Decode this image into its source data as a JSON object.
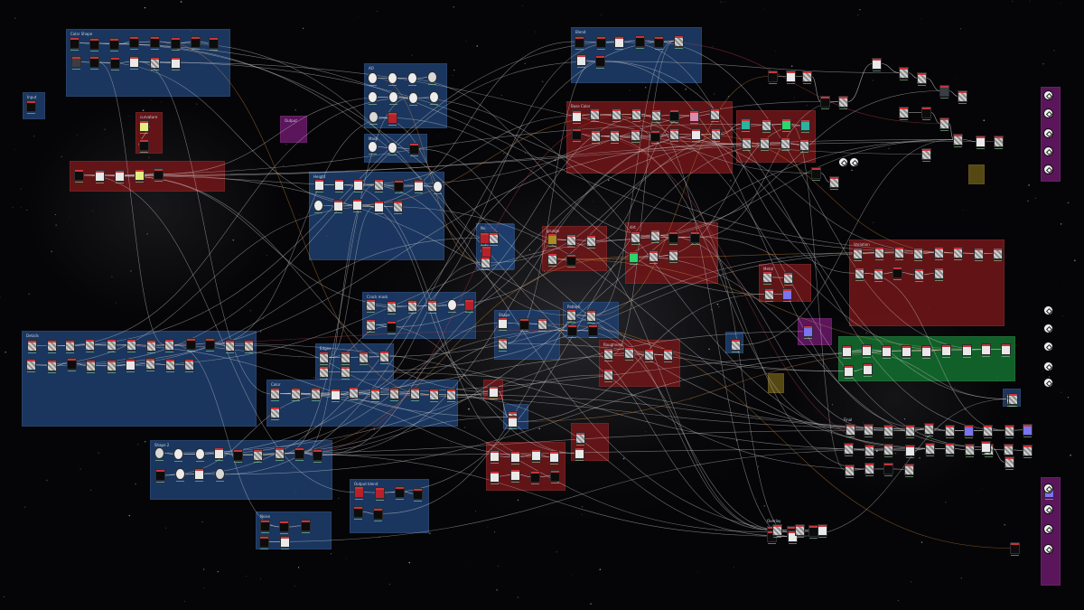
{
  "app": {
    "view": "node-graph"
  },
  "frames": [
    {
      "id": "f1",
      "color": "blue",
      "title": "Color Shape"
    },
    {
      "id": "f2",
      "color": "blue",
      "title": "Input"
    },
    {
      "id": "f3",
      "color": "red",
      "title": ""
    },
    {
      "id": "f4",
      "color": "red",
      "title": "curvature"
    },
    {
      "id": "f5",
      "color": "purple",
      "title": "Output"
    },
    {
      "id": "f6",
      "color": "blue",
      "title": "AO"
    },
    {
      "id": "f7",
      "color": "blue",
      "title": "Mask"
    },
    {
      "id": "f8",
      "color": "blue",
      "title": "Height"
    },
    {
      "id": "f9",
      "color": "blue",
      "title": "Normal"
    },
    {
      "id": "f10",
      "color": "red",
      "title": "Base Color"
    },
    {
      "id": "f11",
      "color": "red",
      "title": ""
    },
    {
      "id": "f12",
      "color": "blue",
      "title": "Blend"
    },
    {
      "id": "f13",
      "color": "red",
      "title": "grunge"
    },
    {
      "id": "f14",
      "color": "red",
      "title": "dirt"
    },
    {
      "id": "f15",
      "color": "blue",
      "title": "Details"
    },
    {
      "id": "f16",
      "color": "blue",
      "title": "Crack mask"
    },
    {
      "id": "f17",
      "color": "blue",
      "title": "Edges"
    },
    {
      "id": "f18",
      "color": "blue",
      "title": "Color"
    },
    {
      "id": "f19",
      "color": "blue",
      "title": "Shape"
    },
    {
      "id": "f20",
      "color": "red",
      "title": "Roughness"
    },
    {
      "id": "f21",
      "color": "red",
      "title": "Metal"
    },
    {
      "id": "f22",
      "color": "blue",
      "title": "Shape 2"
    },
    {
      "id": "f23",
      "color": "blue",
      "title": "Output blend"
    },
    {
      "id": "f24",
      "color": "red",
      "title": ""
    },
    {
      "id": "f25",
      "color": "red",
      "title": "Variation"
    },
    {
      "id": "f26",
      "color": "green",
      "title": ""
    },
    {
      "id": "f27",
      "color": "purple",
      "title": ""
    },
    {
      "id": "f28",
      "color": "red",
      "title": ""
    },
    {
      "id": "f29",
      "color": "blue",
      "title": "Noise"
    },
    {
      "id": "f30",
      "color": "blue",
      "title": "Pattern"
    },
    {
      "id": "f31",
      "color": "blue",
      "title": ""
    },
    {
      "id": "f32",
      "color": "purple",
      "title": ""
    },
    {
      "id": "f33",
      "color": "purple",
      "title": ""
    },
    {
      "id": "f34",
      "color": "olive",
      "title": ""
    },
    {
      "id": "f35",
      "color": "olive",
      "title": ""
    },
    {
      "id": "f36",
      "color": "red",
      "title": ""
    },
    {
      "id": "f37",
      "color": "blue",
      "title": ""
    },
    {
      "id": "f38",
      "color": "blue",
      "title": ""
    },
    {
      "id": "f39",
      "color": "blue",
      "title": ""
    },
    {
      "id": "f40",
      "color": "red",
      "title": "Final"
    },
    {
      "id": "f41",
      "color": "blue",
      "title": "Overlay"
    }
  ],
  "node_groups": [
    {
      "frame": "f1",
      "types": [
        "black",
        "black",
        "black",
        "black",
        "black",
        "black",
        "black",
        "black",
        "dark",
        "black",
        "black",
        "white",
        "gray",
        "white"
      ]
    },
    {
      "frame": "f2",
      "types": [
        "black"
      ]
    },
    {
      "frame": "f3",
      "types": [
        "black",
        "white",
        "white",
        "yellow",
        "black"
      ]
    },
    {
      "frame": "f4",
      "types": [
        "yellow",
        "black"
      ]
    },
    {
      "frame": "f6",
      "types": [
        "round",
        "round",
        "round",
        "roundred",
        "round",
        "round",
        "round",
        "round",
        "roundred",
        "redtall"
      ]
    },
    {
      "frame": "f7",
      "types": [
        "round",
        "round",
        "black"
      ]
    },
    {
      "frame": "f8",
      "types": [
        "white",
        "white",
        "white",
        "gray",
        "black",
        "white",
        "round",
        "round",
        "white",
        "white",
        "white",
        "gray"
      ]
    },
    {
      "frame": "f9",
      "types": [
        "redtall",
        "redtall",
        "gray"
      ]
    },
    {
      "frame": "f10",
      "types": [
        "white",
        "gray",
        "gray",
        "gray",
        "gray",
        "black",
        "pink",
        "gray",
        "black",
        "gray",
        "gray",
        "gray",
        "black",
        "gray",
        "white",
        "gray"
      ]
    },
    {
      "frame": "f11",
      "types": [
        "teal",
        "gray",
        "green",
        "teal",
        "gray",
        "gray",
        "gray",
        "gray"
      ]
    },
    {
      "frame": "f12",
      "types": [
        "black",
        "black",
        "white",
        "black",
        "black",
        "gray",
        "white",
        "black"
      ]
    },
    {
      "frame": "f13",
      "types": [
        "olive",
        "gray",
        "gray",
        "gray",
        "black"
      ]
    },
    {
      "frame": "f14",
      "types": [
        "gray",
        "gray",
        "black",
        "black",
        "green",
        "gray",
        "gray"
      ]
    },
    {
      "frame": "f15",
      "types": [
        "gray",
        "gray",
        "gray",
        "gray",
        "gray",
        "gray",
        "gray",
        "gray",
        "black",
        "black",
        "gray",
        "gray",
        "gray",
        "gray",
        "black",
        "gray",
        "gray",
        "white",
        "gray",
        "gray",
        "gray"
      ]
    },
    {
      "frame": "f16",
      "types": [
        "gray",
        "gray",
        "gray",
        "gray",
        "round",
        "redtall",
        "gray",
        "black"
      ]
    },
    {
      "frame": "f17",
      "types": [
        "gray",
        "gray",
        "gray",
        "gray",
        "gray",
        "gray"
      ]
    },
    {
      "frame": "f18",
      "types": [
        "gray",
        "gray",
        "gray",
        "white",
        "gray",
        "gray",
        "gray",
        "gray",
        "gray",
        "gray",
        "gray"
      ]
    },
    {
      "frame": "f19",
      "types": [
        "white",
        "black",
        "gray",
        "gray"
      ]
    },
    {
      "frame": "f20",
      "types": [
        "gray",
        "gray",
        "gray",
        "gray",
        "gray"
      ]
    },
    {
      "frame": "f21",
      "types": [
        "gray",
        "gray",
        "gray",
        "violet"
      ]
    },
    {
      "frame": "f22",
      "types": [
        "roundred",
        "round",
        "round",
        "white",
        "black",
        "gray",
        "gray",
        "black",
        "black",
        "black",
        "round",
        "white",
        "roundred"
      ]
    },
    {
      "frame": "f23",
      "types": [
        "redtall",
        "redtall",
        "black",
        "black",
        "black",
        "black"
      ]
    },
    {
      "frame": "f24",
      "types": [
        "white",
        "white",
        "white",
        "white",
        "white",
        "white",
        "black",
        "black"
      ]
    },
    {
      "frame": "f25",
      "types": [
        "gray",
        "gray",
        "gray",
        "gray",
        "gray",
        "gray",
        "gray",
        "gray",
        "gray",
        "gray",
        "black",
        "gray",
        "gray"
      ]
    },
    {
      "frame": "f26",
      "types": [
        "white",
        "white",
        "white",
        "white",
        "white",
        "white",
        "white",
        "white",
        "white",
        "white",
        "white"
      ]
    },
    {
      "frame": "f28",
      "types": [
        "gray",
        "white"
      ]
    },
    {
      "frame": "f29",
      "types": [
        "black",
        "black",
        "black",
        "black",
        "white"
      ]
    },
    {
      "frame": "f30",
      "types": [
        "gray",
        "gray",
        "black",
        "black"
      ]
    },
    {
      "frame": "f31",
      "types": [
        "gray"
      ]
    },
    {
      "frame": "f32",
      "types": [
        "violet"
      ]
    },
    {
      "frame": "f33",
      "types": [
        "violet"
      ]
    },
    {
      "frame": "f36",
      "types": [
        "black",
        "black",
        "white"
      ]
    },
    {
      "frame": "f37",
      "types": [
        "gray",
        "white"
      ]
    },
    {
      "frame": "f38",
      "types": [
        "gray"
      ]
    },
    {
      "frame": "f39",
      "types": [
        "gray",
        "gray"
      ]
    },
    {
      "frame": "f40",
      "types": [
        "gray",
        "gray",
        "gray",
        "gray",
        "gray",
        "gray",
        "violet",
        "gray",
        "gray",
        "violet",
        "gray",
        "gray",
        "gray",
        "white",
        "gray",
        "gray",
        "gray",
        "gray",
        "gray",
        "gray",
        "gray",
        "gray",
        "black",
        "gray"
      ]
    },
    {
      "frame": "f41",
      "types": [
        "black",
        "black",
        "black",
        "black",
        "white"
      ]
    }
  ],
  "loose_nodes": [
    {
      "type": "black"
    },
    {
      "type": "white"
    },
    {
      "type": "gray"
    },
    {
      "type": "black"
    },
    {
      "type": "gray"
    },
    {
      "type": "white"
    },
    {
      "type": "gray"
    },
    {
      "type": "gray"
    },
    {
      "type": "dark"
    },
    {
      "type": "gray"
    },
    {
      "type": "gray"
    },
    {
      "type": "black"
    },
    {
      "type": "gray"
    },
    {
      "type": "gray"
    },
    {
      "type": "white"
    },
    {
      "type": "gray"
    },
    {
      "type": "gray"
    },
    {
      "type": "black"
    },
    {
      "type": "gray"
    },
    {
      "type": "white"
    },
    {
      "type": "gray"
    },
    {
      "type": "black"
    },
    {
      "type": "gray"
    },
    {
      "type": "gray"
    },
    {
      "type": "white"
    }
  ],
  "output_icons_count": 14,
  "colors": {
    "wire": "#c9c9c9",
    "wire_orange": "#d08a40",
    "wire_red": "#c04040"
  }
}
